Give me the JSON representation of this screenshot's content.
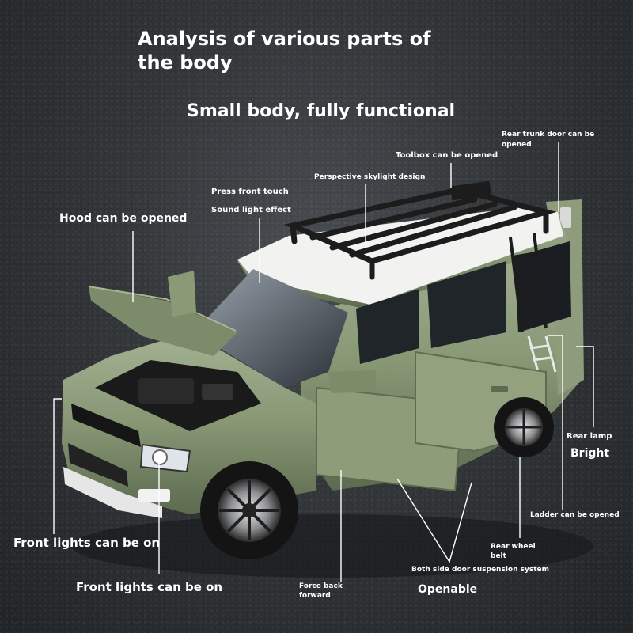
{
  "title": "Analysis of various parts of the body",
  "subtitle": "Small body, fully functional",
  "labels": {
    "rear_trunk_line1": "Rear trunk door can be",
    "rear_trunk_line2": "opened",
    "toolbox": "Toolbox can be opened",
    "skylight": "Perspective skylight design",
    "press_front_touch": "Press front touch",
    "sound_light": "Sound light effect",
    "hood": "Hood can be opened",
    "rear_lamp": "Rear lamp",
    "bright": "Bright",
    "ladder": "Ladder can be opened",
    "rear_wheel_line1": "Rear wheel",
    "rear_wheel_line2": "belt",
    "suspension": "Both side door suspension system",
    "force_back_line1": "Force back",
    "force_back_line2": "forward",
    "openable": "Openable",
    "front_lights_1": "Front lights can be on",
    "front_lights_2": "Front lights can be on"
  },
  "colors": {
    "body_green": "#8a9a76",
    "roof_white": "#f2f2f0",
    "rack_black": "#1c1c1c",
    "background": "#33373a"
  }
}
